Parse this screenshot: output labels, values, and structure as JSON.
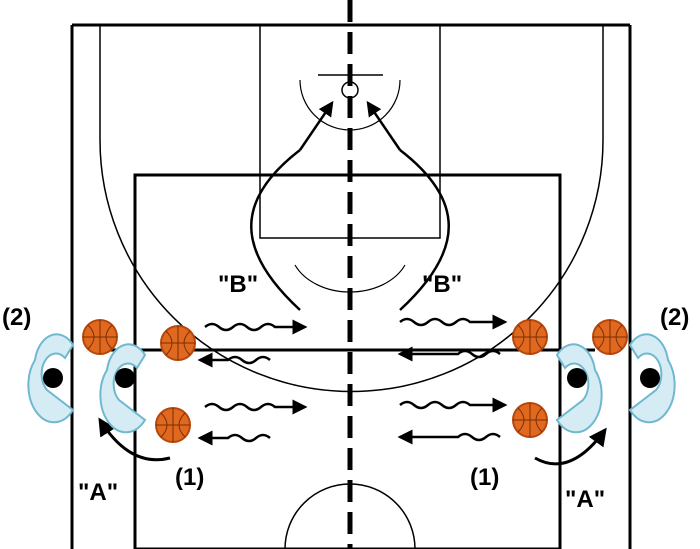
{
  "labels": {
    "group_1_left": "(1)",
    "group_1_right": "(1)",
    "group_2_left": "(2)",
    "group_2_right": "(2)",
    "pass_a_left": "\"A\"",
    "pass_a_right": "\"A\"",
    "pass_b_left": "\"B\"",
    "pass_b_right": "\"B\""
  },
  "colors": {
    "ball": "#e0691f",
    "ball_shadow": "#b8460c",
    "player_outline": "#6fb8cf",
    "player_fill": "#d6ecf4",
    "line": "#000000"
  },
  "icons": {
    "ball": "basketball-icon",
    "player": "player-icon",
    "pass": "straight-arrow",
    "dribble": "zigzag-arrow"
  }
}
